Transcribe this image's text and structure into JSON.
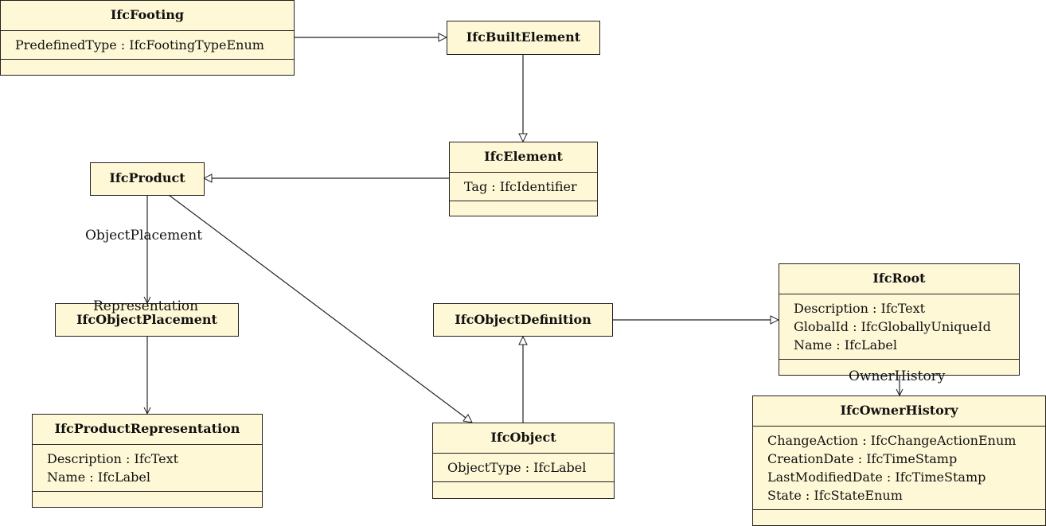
{
  "classes": {
    "IfcFooting": {
      "name": "IfcFooting",
      "attrs": [
        "PredefinedType : IfcFootingTypeEnum"
      ]
    },
    "IfcBuiltElement": {
      "name": "IfcBuiltElement"
    },
    "IfcElement": {
      "name": "IfcElement",
      "attrs": [
        "Tag : IfcIdentifier"
      ]
    },
    "IfcProduct": {
      "name": "IfcProduct"
    },
    "IfcObjectPlacement": {
      "name": "IfcObjectPlacement"
    },
    "IfcProductRepresentation": {
      "name": "IfcProductRepresentation",
      "attrs": [
        "Description : IfcText",
        "Name : IfcLabel"
      ]
    },
    "IfcObjectDefinition": {
      "name": "IfcObjectDefinition"
    },
    "IfcObject": {
      "name": "IfcObject",
      "attrs": [
        "ObjectType : IfcLabel"
      ]
    },
    "IfcRoot": {
      "name": "IfcRoot",
      "attrs": [
        "Description : IfcText",
        "GlobalId : IfcGloballyUniqueId",
        "Name : IfcLabel"
      ]
    },
    "IfcOwnerHistory": {
      "name": "IfcOwnerHistory",
      "attrs": [
        "ChangeAction : IfcChangeActionEnum",
        "CreationDate : IfcTimeStamp",
        "LastModifiedDate : IfcTimeStamp",
        "State : IfcStateEnum"
      ]
    }
  },
  "edge_labels": {
    "object_placement": "ObjectPlacement",
    "representation": "Representation",
    "owner_history": "OwnerHistory"
  },
  "colors": {
    "class_fill": "#fff8d6",
    "line": "#222222"
  }
}
